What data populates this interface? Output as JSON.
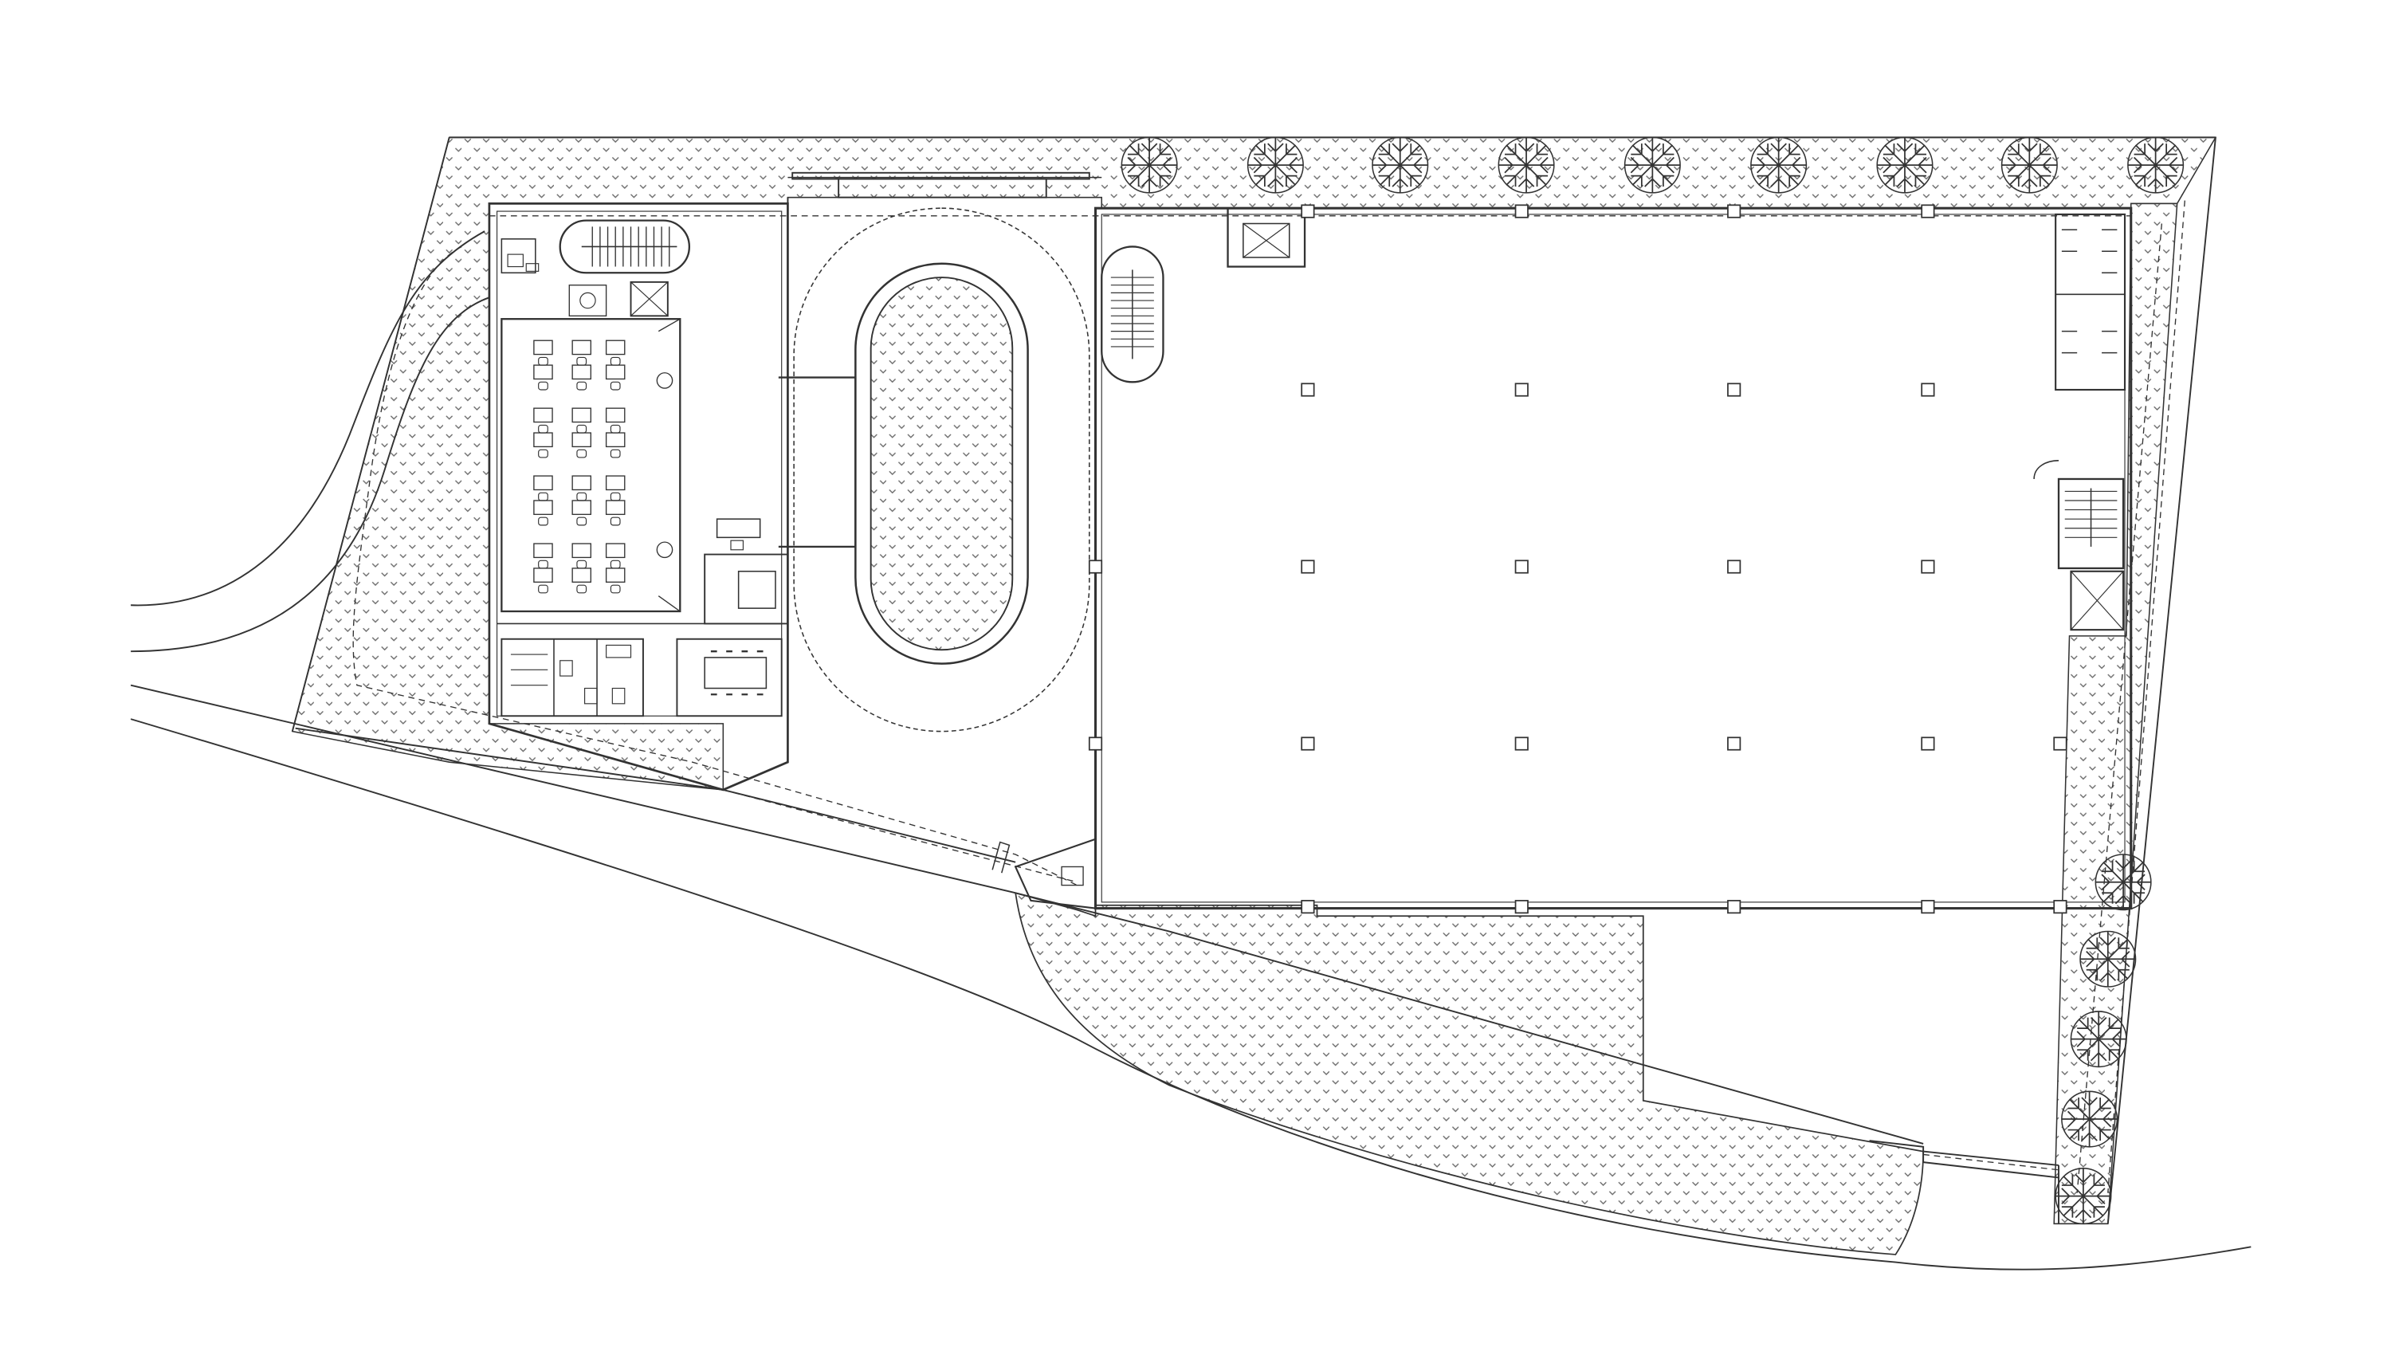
{
  "drawing": {
    "kind": "site-plan",
    "line_color": "#333333",
    "hatch_color": "#6a6a6a",
    "background": "#ffffff"
  },
  "counts": {
    "street_trees_north": 9,
    "street_trees_east": 5
  }
}
